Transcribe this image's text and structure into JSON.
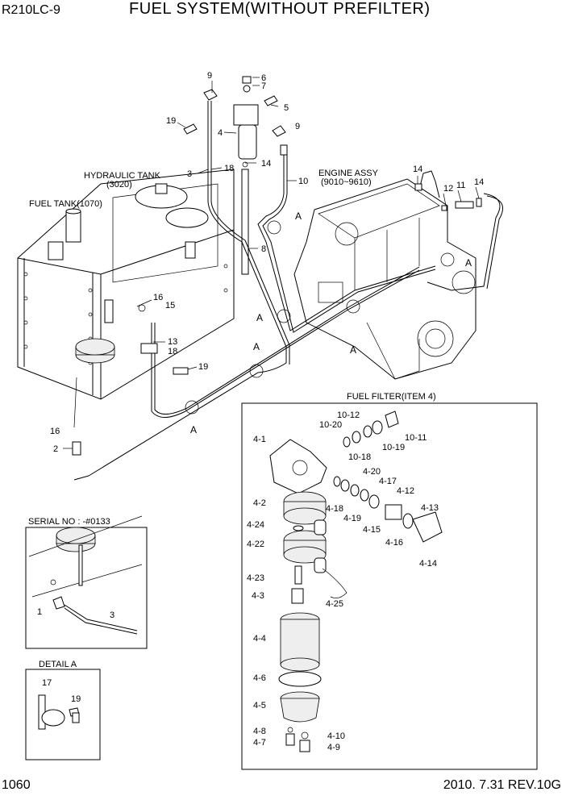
{
  "header": {
    "model": "R210LC-9",
    "title": "FUEL SYSTEM(WITHOUT PREFILTER)"
  },
  "footer": {
    "page": "1060",
    "date_rev": "2010. 7.31  REV.10G"
  },
  "labels": {
    "hydraulic_tank": "HYDRAULIC TANK",
    "hydraulic_tank_no": "(3020)",
    "fuel_tank": "FUEL TANK(1070)",
    "engine_assy": "ENGINE ASSY",
    "engine_assy_no": "(9010~9610)",
    "fuel_filter": "FUEL FILTER(ITEM 4)",
    "serial_no": "SERIAL NO : -#0133",
    "detail_a": "DETAIL  A",
    "ref_a": "A"
  },
  "callouts": {
    "main": [
      "9",
      "6",
      "7",
      "5",
      "19",
      "4",
      "9",
      "3",
      "18",
      "14",
      "10",
      "8",
      "14",
      "12",
      "11",
      "14",
      "16",
      "15",
      "13",
      "18",
      "19",
      "16",
      "2"
    ],
    "filter": [
      "10-12",
      "10-20",
      "10-11",
      "4-1",
      "10-19",
      "10-18",
      "4-20",
      "4-17",
      "4-2",
      "4-18",
      "4-19",
      "4-12",
      "4-13",
      "4-15",
      "4-24",
      "4-16",
      "4-22",
      "4-14",
      "4-23",
      "4-3",
      "4-25",
      "4-4",
      "4-6",
      "4-5",
      "4-8",
      "4-10",
      "4-7",
      "4-9"
    ],
    "serial": [
      "1",
      "3"
    ],
    "detail": [
      "17",
      "19"
    ]
  }
}
